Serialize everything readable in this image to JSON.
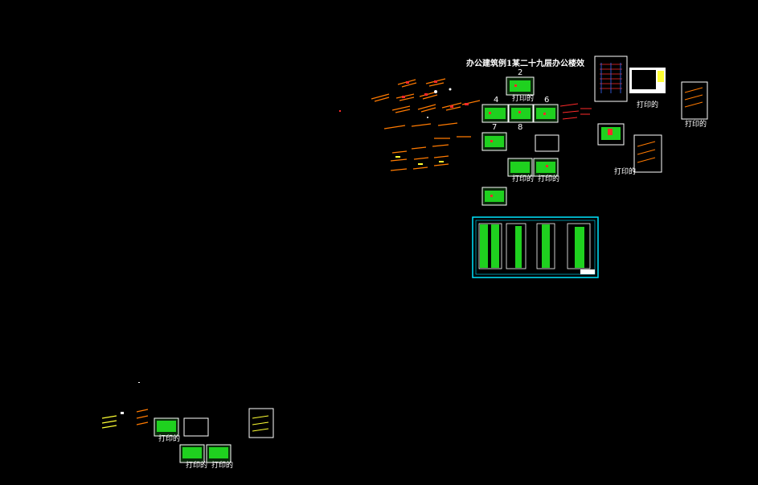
{
  "drawing": {
    "title": "办公建筑例1某二十九层办公楼效",
    "print_label": "打印的",
    "floor_numbers": [
      "2",
      "4",
      "6",
      "7",
      "8"
    ]
  },
  "colors": {
    "background": "#000000",
    "sheet_green": "#1fd11f",
    "sheet_frame": "#ffffff",
    "annotation_orange": "#ff7a00",
    "annotation_red": "#ff2a2a",
    "highlight_cyan": "#00e5ff",
    "annotation_yellow": "#ffff33"
  }
}
